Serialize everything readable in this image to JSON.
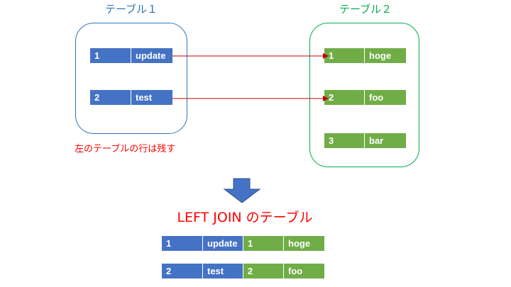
{
  "colors": {
    "blue": "#4472c4",
    "green": "#70ad47",
    "left_panel_border": "#2e75b6",
    "right_panel_border": "#00b050",
    "left_title": "#2e75b6",
    "right_title": "#00b050",
    "arrow": "#c00000",
    "note": "#ff0000",
    "result_title": "#ff0000",
    "down_arrow": "#4472c4"
  },
  "left_table": {
    "title": "テーブル１",
    "rows": [
      {
        "id": "1",
        "value": "update"
      },
      {
        "id": "2",
        "value": "test"
      }
    ]
  },
  "right_table": {
    "title": "テーブル２",
    "rows": [
      {
        "id": "1",
        "value": "hoge"
      },
      {
        "id": "2",
        "value": "foo"
      },
      {
        "id": "3",
        "value": "bar"
      }
    ]
  },
  "note": "左のテーブルの行は残す",
  "result": {
    "title": "LEFT JOIN のテーブル",
    "rows": [
      {
        "left_id": "1",
        "left_value": "update",
        "right_id": "1",
        "right_value": "hoge"
      },
      {
        "left_id": "2",
        "left_value": "test",
        "right_id": "2",
        "right_value": "foo"
      }
    ]
  }
}
